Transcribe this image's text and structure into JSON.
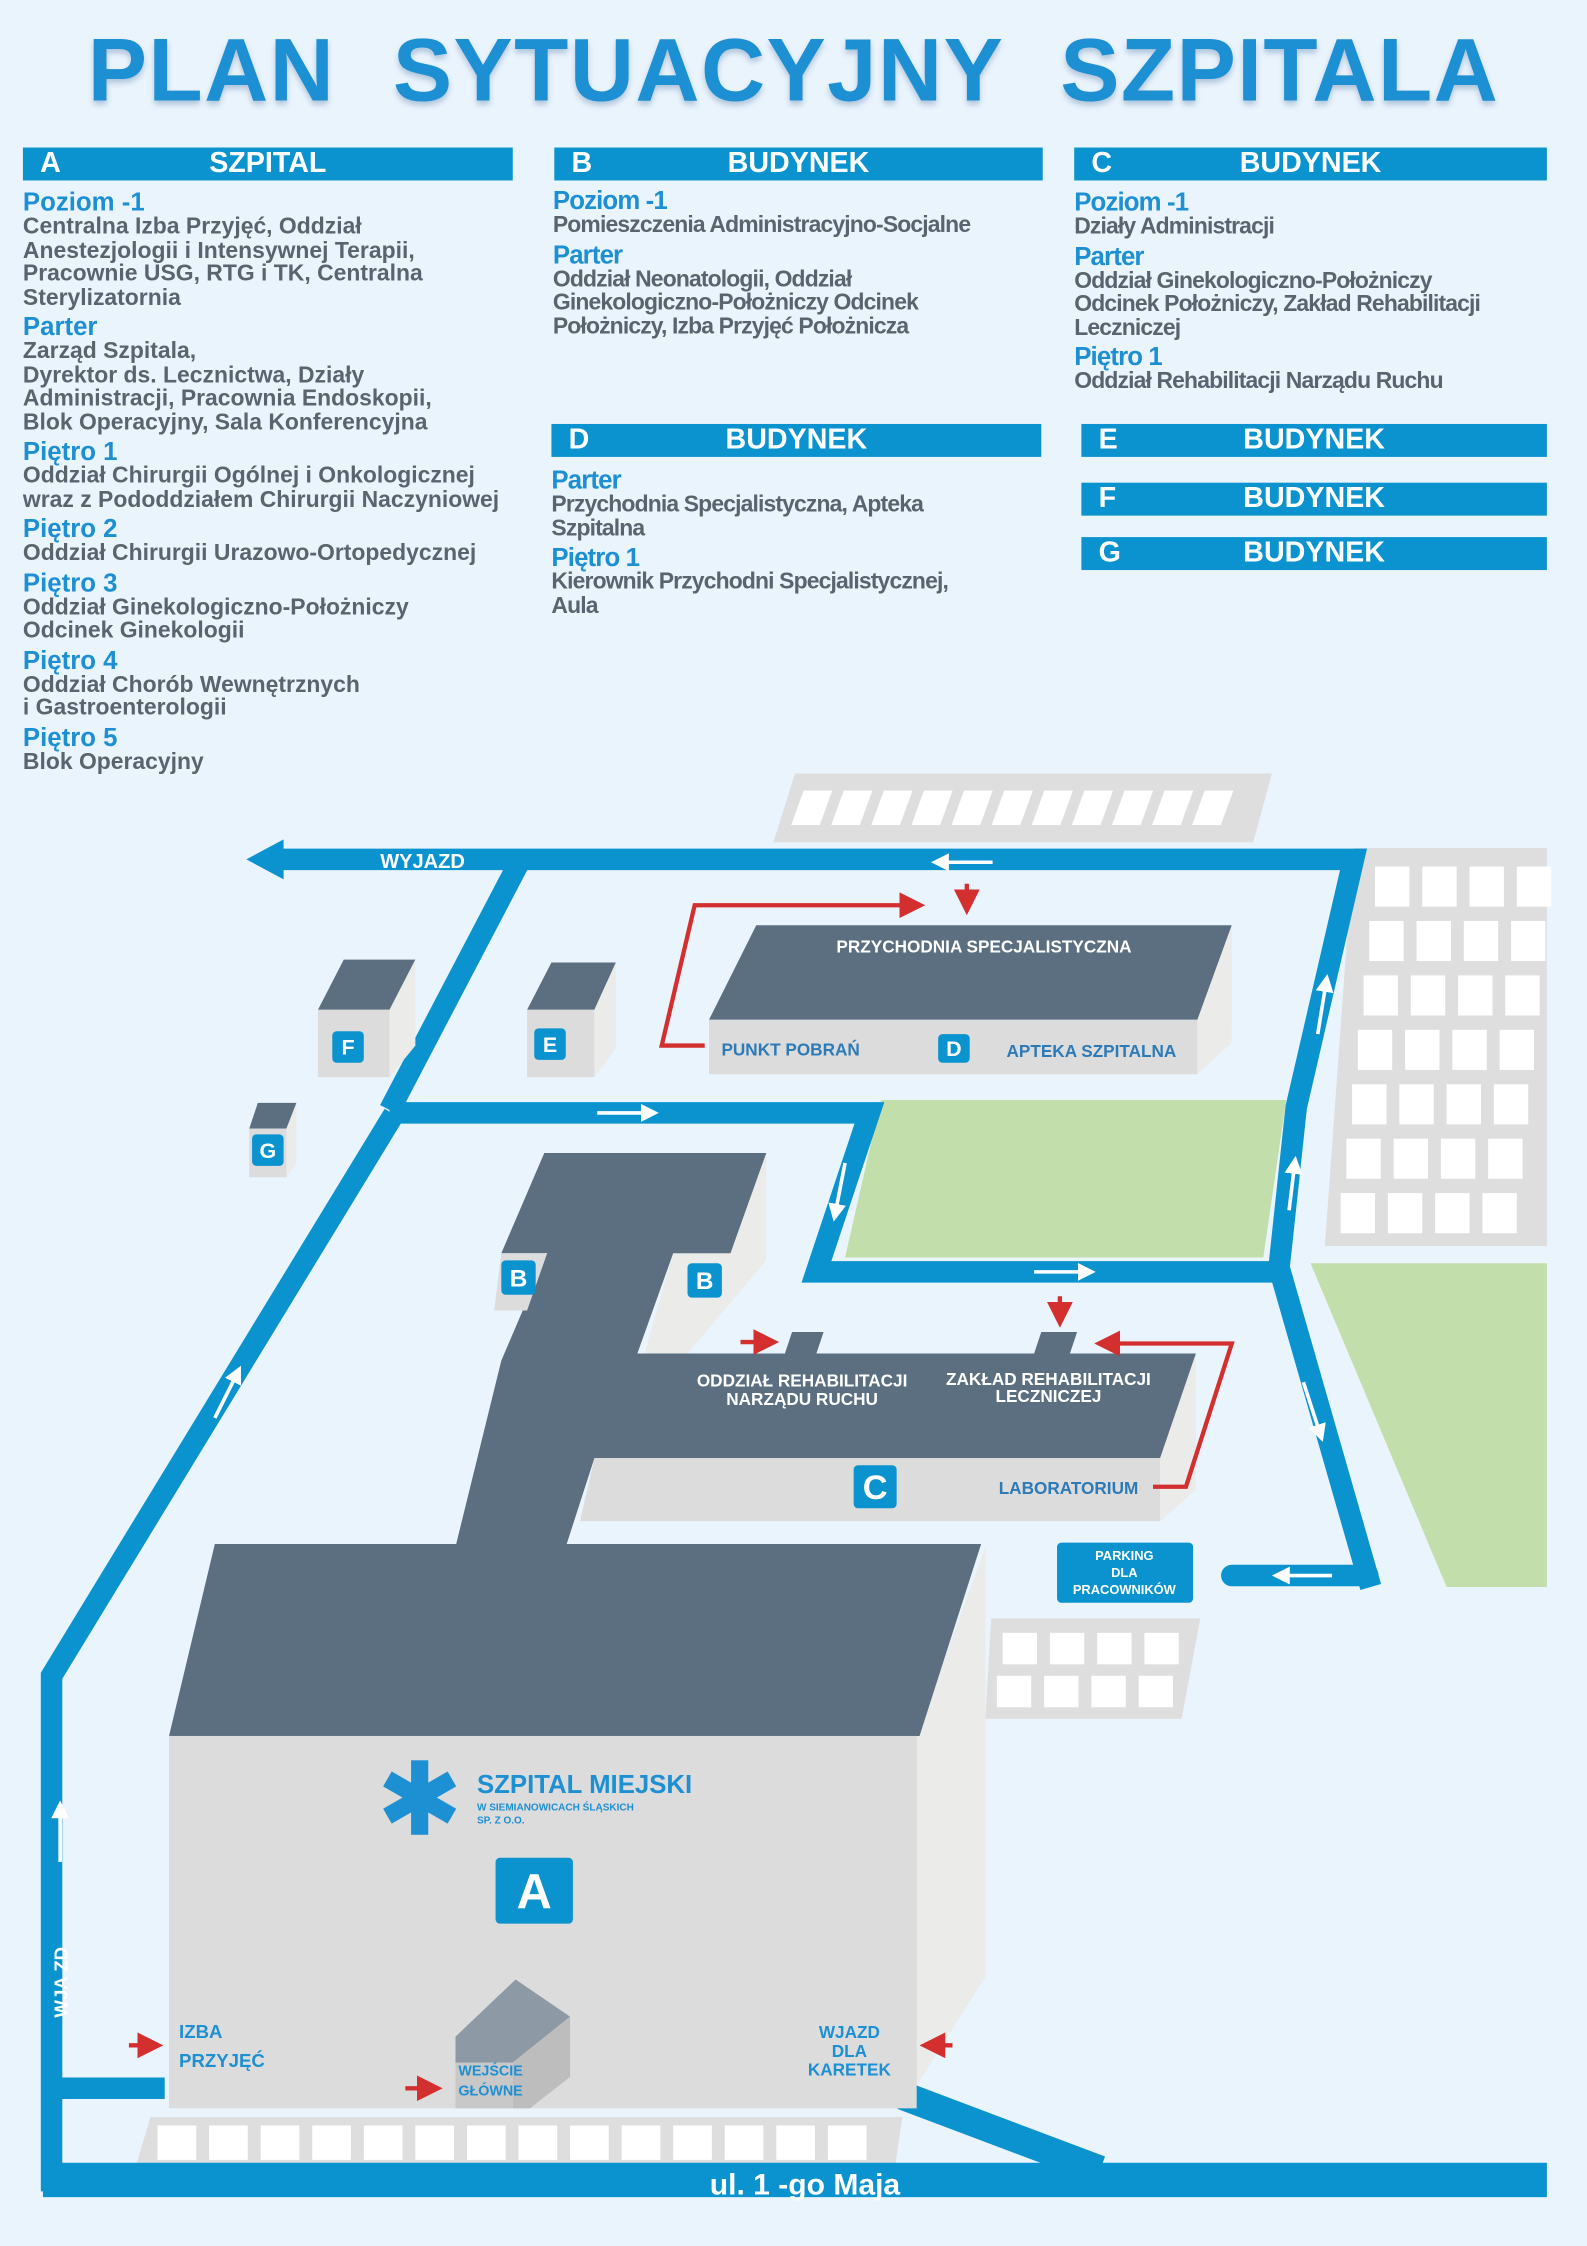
{
  "title": "PLAN SYTUACYJNY SZPITALA",
  "colors": {
    "accent": "#0a93cf",
    "roof": "#5b6f80",
    "wall": "#dcdcdc",
    "green": "#c2deaa",
    "arrow": "#d32f2f"
  },
  "legend": {
    "A": {
      "letter": "A",
      "title": "SZPITAL",
      "levels": [
        {
          "level": "Poziom -1",
          "lines": [
            "Centralna Izba Przyjęć, Oddział",
            "Anestezjologii i Intensywnej Terapii,",
            "Pracownie USG, RTG i TK, Centralna",
            "Sterylizatornia"
          ]
        },
        {
          "level": "Parter",
          "lines": [
            "Zarząd Szpitala,",
            "Dyrektor ds. Lecznictwa, Działy",
            "Administracji, Pracownia Endoskopii,",
            "Blok Operacyjny, Sala Konferencyjna"
          ]
        },
        {
          "level": "Piętro 1",
          "lines": [
            "Oddział Chirurgii Ogólnej i Onkologicznej",
            "wraz z Pododdziałem Chirurgii Naczyniowej"
          ]
        },
        {
          "level": "Piętro 2",
          "lines": [
            "Oddział Chirurgii Urazowo-Ortopedycznej"
          ]
        },
        {
          "level": "Piętro 3",
          "lines": [
            "Oddział Ginekologiczno-Położniczy",
            "Odcinek Ginekologii"
          ]
        },
        {
          "level": "Piętro 4",
          "lines": [
            "Oddział Chorób Wewnętrznych",
            "i Gastroenterologii"
          ]
        },
        {
          "level": "Piętro 5",
          "lines": [
            "Blok Operacyjny"
          ]
        }
      ]
    },
    "B": {
      "letter": "B",
      "title": "BUDYNEK",
      "levels": [
        {
          "level": "Poziom -1",
          "lines": [
            "Pomieszczenia Administracyjno-Socjalne"
          ]
        },
        {
          "level": "Parter",
          "lines": [
            "Oddział Neonatologii, Oddział",
            "Ginekologiczno-Położniczy Odcinek",
            "Położniczy, Izba Przyjęć Położnicza"
          ]
        }
      ]
    },
    "C": {
      "letter": "C",
      "title": "BUDYNEK",
      "levels": [
        {
          "level": "Poziom -1",
          "lines": [
            "Działy Administracji"
          ]
        },
        {
          "level": "Parter",
          "lines": [
            "Oddział Ginekologiczno-Położniczy",
            "Odcinek Położniczy, Zakład Rehabilitacji",
            "Leczniczej"
          ]
        },
        {
          "level": "Piętro 1",
          "lines": [
            "Oddział Rehabilitacji Narządu Ruchu"
          ]
        }
      ]
    },
    "D": {
      "letter": "D",
      "title": "BUDYNEK",
      "levels": [
        {
          "level": "Parter",
          "lines": [
            "Przychodnia Specjalistyczna, Apteka",
            "Szpitalna"
          ]
        },
        {
          "level": "Piętro 1",
          "lines": [
            "Kierownik Przychodni Specjalistycznej,",
            "Aula"
          ]
        }
      ]
    },
    "E": {
      "letter": "E",
      "title": "BUDYNEK"
    },
    "F": {
      "letter": "F",
      "title": "BUDYNEK"
    },
    "G": {
      "letter": "G",
      "title": "BUDYNEK"
    }
  },
  "map": {
    "exit": "WYJAZD",
    "entry_vertical": "WJA ZD",
    "street": "ul. 1 -go Maja",
    "clinic": "PRZYCHODNIA SPECJALISTYCZNA",
    "blood_draw": "PUNKT POBRAŃ",
    "pharmacy": "APTEKA SZPITALNA",
    "rehab_dept": [
      "ODDZIAŁ REHABILITACJI",
      "NARZĄDU RUCHU"
    ],
    "rehab_facility": [
      "ZAKŁAD REHABILITACJI",
      "LECZNICZEJ"
    ],
    "lab": "LABORATORIUM",
    "parking": [
      "PARKING",
      "DLA",
      "PRACOWNIKÓW"
    ],
    "logo": {
      "name": "SZPITAL MIEJSKI",
      "sub1": "W SIEMIANOWICACH ŚLĄSKICH",
      "sub2": "SP. Z O.O."
    },
    "admission": [
      "IZBA",
      "PRZYJĘĆ"
    ],
    "main_entrance": [
      "WEJŚCIE",
      "GŁÓWNE"
    ],
    "ambulance": [
      "WJAZD",
      "DLA",
      "KARETEK"
    ],
    "badges": {
      "A": "A",
      "B": "B",
      "C": "C",
      "D": "D",
      "E": "E",
      "F": "F",
      "G": "G"
    }
  }
}
